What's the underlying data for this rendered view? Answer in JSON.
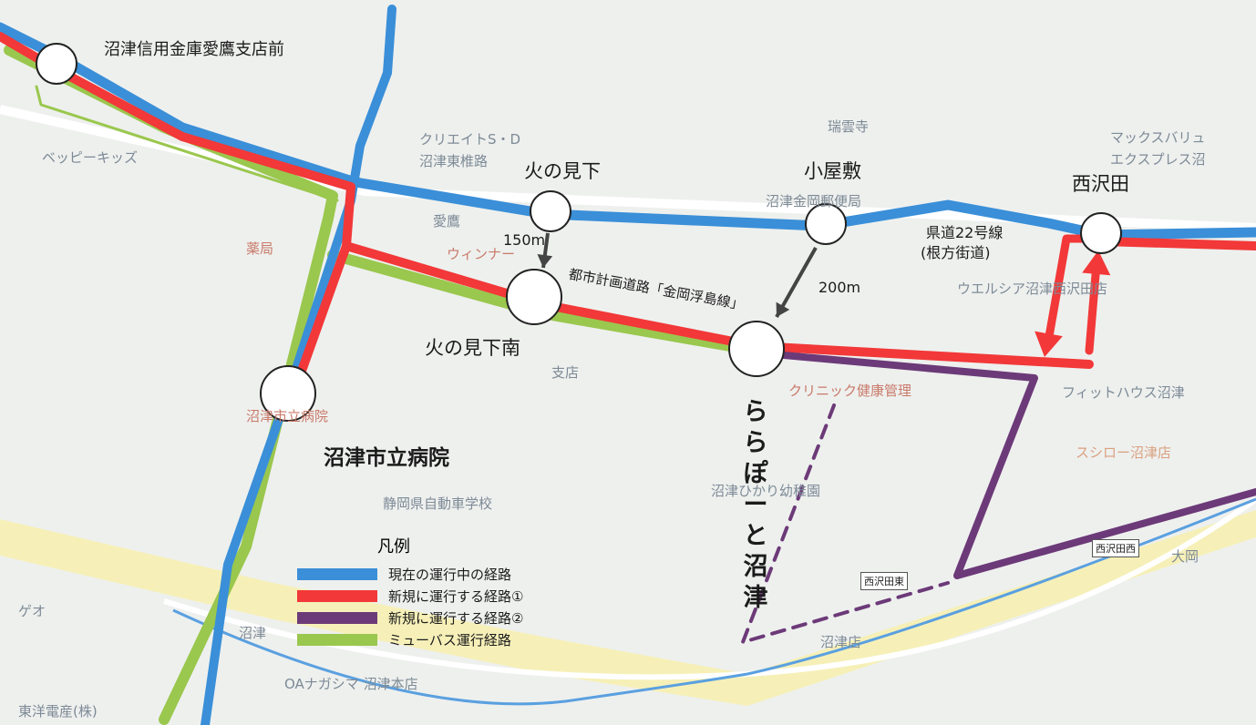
{
  "colors": {
    "current": "#3a8fd8",
    "new1": "#f23838",
    "new2": "#6c3a78",
    "mubus": "#9ac74e",
    "arrow": "#444444",
    "background": "#eef0ee"
  },
  "stops": {
    "shinkin": "沼津信用金庫愛鷹支店前",
    "hinomishita": "火の見下",
    "hinomishita_minami": "火の見下南",
    "koyashiki": "小屋敷",
    "nishizawada": "西沢田",
    "hospital": "沼津市立病院",
    "lalaport": "ららぽーと沼津"
  },
  "roads": {
    "pref22": "県道22号線",
    "pref22_alias": "(根方街道)",
    "city_road": "都市計画道路「金岡浮島線」"
  },
  "distances": {
    "d150": "150m",
    "d200": "200m"
  },
  "stations": {
    "nishizawada_station": "西沢田東",
    "nishizawada_west": "西沢田西"
  },
  "background_labels": {
    "babykids": "ベッピーキッズ",
    "create": "クリエイトS・D",
    "numazu_higashi": "沼津東椎路",
    "zuiunji": "瑞雲寺",
    "post": "沼津金岡郵便局",
    "maxvalu": "マックスバリュ",
    "express": "エクスプレス沼",
    "welcia": "ウエルシア沼津西沢田店",
    "fithouse": "フィットハウス沼津",
    "sushiro": "スシロー沼津店",
    "clinic": "クリニック健康管理",
    "kindergarten": "沼津ひかり幼稚園",
    "driving": "静岡県自動車学校",
    "hospital_bg": "沼津市立病院",
    "branch": "支店",
    "oa": "OAナガシマ 沼津本店",
    "toyo": "東洋電産(株)",
    "numazu_store": "沼津店",
    "geo": "ゲオ",
    "aitaka": "愛鷹",
    "yakuho": "薬局",
    "winner": "ウィンナー",
    "ohashi": "大岡",
    "numazu_bg2": "沼津"
  },
  "legend": {
    "title": "凡例",
    "items": [
      {
        "label": "現在の運行中の経路",
        "color": "#3a8fd8"
      },
      {
        "label": "新規に運行する経路①",
        "color": "#f23838"
      },
      {
        "label": "新規に運行する経路②",
        "color": "#6c3a78"
      },
      {
        "label": "ミューバス運行経路",
        "color": "#9ac74e"
      }
    ]
  }
}
